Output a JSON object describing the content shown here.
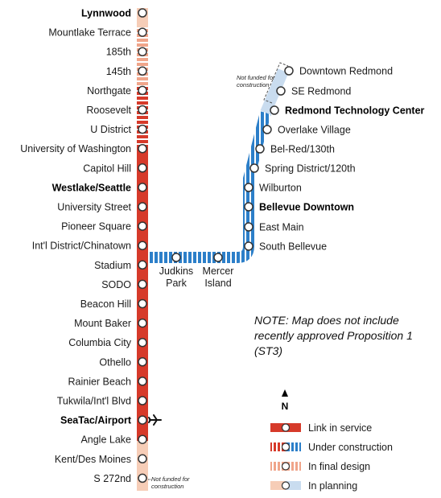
{
  "colors": {
    "in_service": "#d63a2a",
    "construction_red": "#d63a2a",
    "construction_blue": "#2c7fc9",
    "design_orange": "#f0a58a",
    "planning_peach": "#f6cdb7",
    "planning_blue": "#c9dcef",
    "station_fill": "#ffffff",
    "station_stroke": "#333333"
  },
  "north_line": {
    "stations": [
      {
        "name": "Lynnwood",
        "bold": true,
        "status": "planning"
      },
      {
        "name": "Mountlake Terrace",
        "bold": false,
        "status": "design"
      },
      {
        "name": "185th",
        "bold": false,
        "status": "design"
      },
      {
        "name": "145th",
        "bold": false,
        "status": "design"
      },
      {
        "name": "Northgate",
        "bold": false,
        "status": "construction"
      },
      {
        "name": "Roosevelt",
        "bold": false,
        "status": "construction"
      },
      {
        "name": "U District",
        "bold": false,
        "status": "construction"
      },
      {
        "name": "University of Washington",
        "bold": false,
        "status": "service"
      },
      {
        "name": "Capitol Hill",
        "bold": false,
        "status": "service"
      },
      {
        "name": "Westlake/Seattle",
        "bold": true,
        "status": "service"
      },
      {
        "name": "University Street",
        "bold": false,
        "status": "service"
      },
      {
        "name": "Pioneer Square",
        "bold": false,
        "status": "service"
      },
      {
        "name": "Int'l District/Chinatown",
        "bold": false,
        "status": "service"
      },
      {
        "name": "Stadium",
        "bold": false,
        "status": "service"
      },
      {
        "name": "SODO",
        "bold": false,
        "status": "service"
      },
      {
        "name": "Beacon Hill",
        "bold": false,
        "status": "service"
      },
      {
        "name": "Mount Baker",
        "bold": false,
        "status": "service"
      },
      {
        "name": "Columbia City",
        "bold": false,
        "status": "service"
      },
      {
        "name": "Othello",
        "bold": false,
        "status": "service"
      },
      {
        "name": "Rainier Beach",
        "bold": false,
        "status": "service"
      },
      {
        "name": "Tukwila/Int'l Blvd",
        "bold": false,
        "status": "service"
      },
      {
        "name": "SeaTac/Airport",
        "bold": true,
        "status": "service"
      },
      {
        "name": "Angle Lake",
        "bold": false,
        "status": "construction"
      },
      {
        "name": "Kent/Des Moines",
        "bold": false,
        "status": "planning"
      },
      {
        "name": "S 272nd",
        "bold": false,
        "status": "planning"
      }
    ]
  },
  "east_line": {
    "bottom_stations": [
      {
        "name_line1": "Judkins",
        "name_line2": "Park"
      },
      {
        "name_line1": "Mercer",
        "name_line2": "Island"
      }
    ],
    "stations": [
      {
        "name": "Downtown Redmond",
        "bold": false
      },
      {
        "name": "SE Redmond",
        "bold": false
      },
      {
        "name": "Redmond Technology Center",
        "bold": true
      },
      {
        "name": "Overlake Village",
        "bold": false
      },
      {
        "name": "Bel-Red/130th",
        "bold": false
      },
      {
        "name": "Spring District/120th",
        "bold": false
      },
      {
        "name": "Wilburton",
        "bold": false
      },
      {
        "name": "Bellevue Downtown",
        "bold": true
      },
      {
        "name": "East Main",
        "bold": false
      },
      {
        "name": "South Bellevue",
        "bold": false
      }
    ]
  },
  "notes": {
    "not_funded_line1": "Not funded for",
    "not_funded_line2": "construction",
    "note_line1": "NOTE: Map does not include",
    "note_line2": "recently approved Proposition 1",
    "note_line3": "(ST3)"
  },
  "airport_icon": "airplane-icon",
  "legend": {
    "north_label": "N",
    "items": [
      {
        "label": "Link in service",
        "kind": "service"
      },
      {
        "label": "Under construction",
        "kind": "construction"
      },
      {
        "label": "In final design",
        "kind": "design"
      },
      {
        "label": "In planning",
        "kind": "planning"
      }
    ]
  }
}
